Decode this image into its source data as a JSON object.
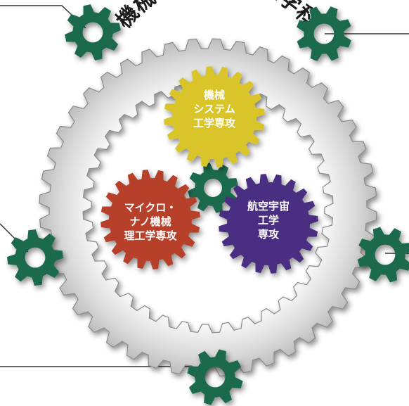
{
  "title": "機械・航空宇宙工学科",
  "colors": {
    "outer_gear": "#d8d8d8",
    "green": "#1e6b4e",
    "yellow": "#d9c52a",
    "purple": "#4a2d82",
    "red": "#b7412a",
    "line": "#333333"
  },
  "gears": [
    {
      "id": "mechanical-systems-gear",
      "color": "#d9c52a",
      "lines": [
        "機械",
        "システム",
        "工学専攻"
      ]
    },
    {
      "id": "aerospace-gear",
      "color": "#4a2d82",
      "lines": [
        "航空宇宙",
        "工学",
        "専攻"
      ]
    },
    {
      "id": "micro-nano-gear",
      "color": "#b7412a",
      "lines": [
        "マイクロ・",
        "ナノ機械",
        "理工学専攻"
      ]
    }
  ]
}
